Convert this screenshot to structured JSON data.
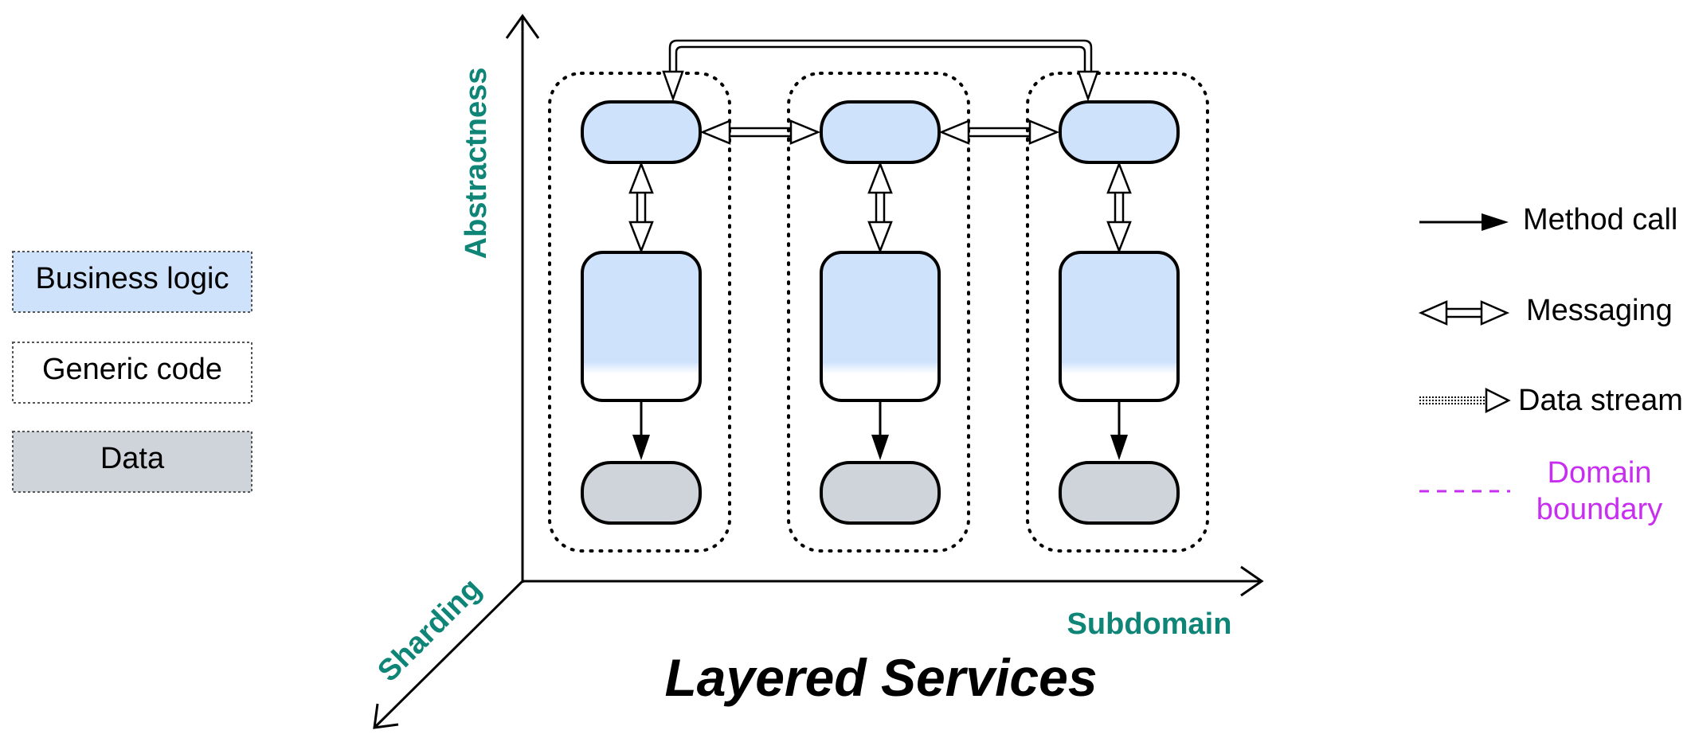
{
  "title": "Layered Services",
  "axes": {
    "vertical": "Abstractness",
    "horizontal": "Subdomain",
    "diagonal": "Sharding"
  },
  "legend_left": {
    "business_logic": "Business logic",
    "generic_code": "Generic code",
    "data": "Data"
  },
  "legend_right": {
    "method_call": "Method call",
    "messaging": "Messaging",
    "data_stream": "Data stream",
    "domain_boundary_line1": "Domain",
    "domain_boundary_line2": "boundary"
  },
  "colors": {
    "business_logic": "#cfe2fc",
    "data": "#cfd4da",
    "axis_label": "#0f8577",
    "domain_boundary": "#c82ef0"
  }
}
